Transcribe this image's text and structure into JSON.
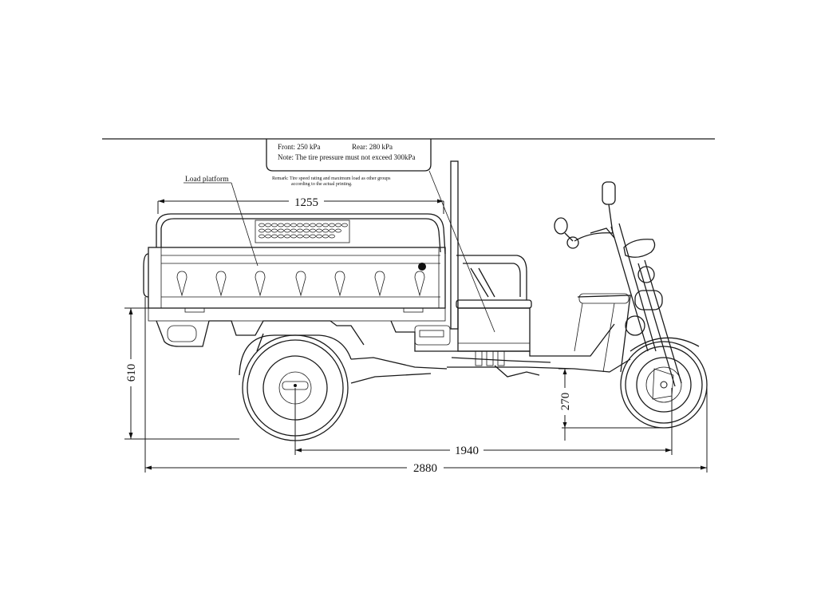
{
  "placard": {
    "front_label": "Front: 250 kPa",
    "rear_label": "Rear: 280 kPa",
    "note": "Note: The tire pressure must not exceed 300kPa",
    "remark_line1": "Remark: Tire speed rating and maximum load as other groups",
    "remark_line2": "according to the actual printing."
  },
  "labels": {
    "load_platform": "Load platform"
  },
  "dimensions": {
    "platform_length": "1255",
    "height_610": "610",
    "ground_clearance": "270",
    "wheelbase": "1940",
    "overall_length": "2880"
  }
}
